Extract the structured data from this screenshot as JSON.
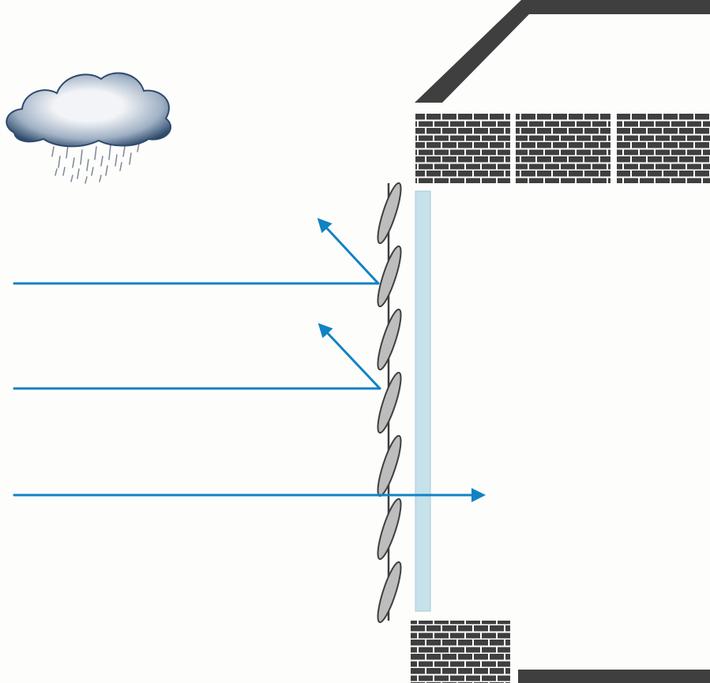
{
  "diagram": {
    "weather": {
      "icon": "rain-cloud-icon",
      "cloud_light": "#f2f4f7",
      "cloud_dark": "#2f4a6b",
      "rain_color": "#7d8794"
    },
    "building": {
      "wall_color": "#3f3f3f",
      "roof_color": "#3f3f3f",
      "mortar_color": "#ffffff"
    },
    "window_pane": {
      "fill": "#c5e1ea",
      "stroke": "#a9cbd7"
    },
    "louvers": {
      "count": 7,
      "fill": "#bdbdbd",
      "stroke": "#3f3f3f"
    },
    "rays": {
      "color": "#1182c4",
      "items": [
        {
          "name": "ray-reflected-upper",
          "behavior": "reflected"
        },
        {
          "name": "ray-reflected-middle",
          "behavior": "reflected"
        },
        {
          "name": "ray-transmitted-lower",
          "behavior": "transmitted"
        }
      ]
    }
  }
}
